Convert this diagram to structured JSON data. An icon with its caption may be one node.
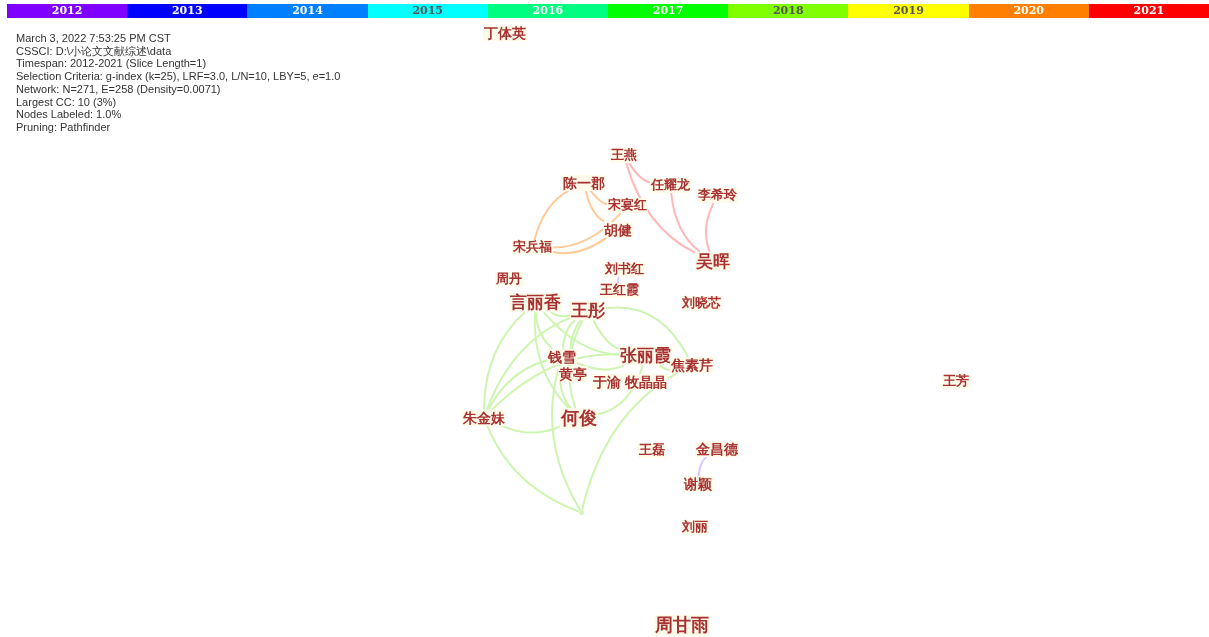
{
  "diagram": {
    "nodes": [
      {
        "text": [
          "丁体英"
        ]
      },
      {
        "text": [
          "王燕"
        ]
      },
      {
        "text": [
          "陈一郡"
        ]
      },
      {
        "text": [
          "任耀龙"
        ]
      },
      {
        "text": [
          "李希玲"
        ]
      },
      {
        "text": [
          "宋宴红"
        ]
      },
      {
        "text": [
          "胡健"
        ]
      },
      {
        "text": [
          "宋兵福"
        ]
      },
      {
        "text": [
          "吴晖"
        ]
      },
      {
        "text": [
          "周丹"
        ]
      },
      {
        "text": [
          "刘书红"
        ]
      },
      {
        "text": [
          "王红霞"
        ]
      },
      {
        "text": [
          "刘晓芯"
        ]
      },
      {
        "text": [
          "言丽香"
        ]
      },
      {
        "text": [
          "王彤"
        ]
      },
      {
        "text": [
          "钱雪"
        ]
      },
      {
        "text": [
          "张丽霞"
        ]
      },
      {
        "text": [
          "焦素芹"
        ]
      },
      {
        "text": [
          "黄亭"
        ]
      },
      {
        "text": [
          "于渝"
        ]
      },
      {
        "text": [
          "牧晶晶"
        ]
      },
      {
        "text": [
          "王芳"
        ]
      },
      {
        "text": [
          "朱金妹"
        ]
      },
      {
        "text": [
          "何俊"
        ]
      },
      {
        "text": [
          "王磊"
        ]
      },
      {
        "text": [
          "金昌德"
        ]
      },
      {
        "text": [
          "谢颖"
        ]
      },
      {
        "text": [
          "刘丽"
        ]
      },
      {
        "text": [
          "周甘雨"
        ]
      },
      {
        "text": [],
        "shape": "circle"
      }
    ],
    "edges": [
      {
        "from": 2,
        "to": 7,
        "arrow": "none",
        "color": "#ffcc99"
      },
      {
        "from": 2,
        "to": 5,
        "arrow": "none",
        "color": "#ffcc99"
      },
      {
        "from": 2,
        "to": 6,
        "arrow": "none",
        "color": "#ffcc99"
      },
      {
        "from": 7,
        "to": 5,
        "arrow": "none",
        "color": "#ffcc99"
      },
      {
        "from": 7,
        "to": 6,
        "arrow": "none",
        "color": "#ffcc99"
      },
      {
        "from": 1,
        "to": 3,
        "arrow": "none",
        "color": "#ffb8b8"
      },
      {
        "from": 1,
        "to": 8,
        "arrow": "none",
        "color": "#ffb8b8"
      },
      {
        "from": 3,
        "to": 8,
        "arrow": "none",
        "color": "#ffb8b8"
      },
      {
        "from": 4,
        "to": 8,
        "arrow": "none",
        "color": "#ffb8b8"
      },
      {
        "from": 10,
        "to": 11,
        "arrow": "none",
        "color": "#d8c8ff"
      },
      {
        "from": 25,
        "to": 26,
        "arrow": "none",
        "color": "#d8c8ff"
      },
      {
        "from": 13,
        "to": 14,
        "arrow": "none"
      },
      {
        "from": 13,
        "to": 15,
        "arrow": "none"
      },
      {
        "from": 13,
        "to": 23,
        "arrow": "none"
      },
      {
        "from": 13,
        "to": 22,
        "arrow": "none"
      },
      {
        "from": 13,
        "to": 16,
        "arrow": "none"
      },
      {
        "from": 14,
        "to": 15,
        "arrow": "none"
      },
      {
        "from": 14,
        "to": 16,
        "arrow": "none"
      },
      {
        "from": 14,
        "to": 18,
        "arrow": "none"
      },
      {
        "from": 14,
        "to": 23,
        "arrow": "none"
      },
      {
        "from": 14,
        "to": 17,
        "arrow": "none"
      },
      {
        "from": 14,
        "to": 22,
        "arrow": "none"
      },
      {
        "from": 15,
        "to": 16,
        "arrow": "none"
      },
      {
        "from": 15,
        "to": 22,
        "arrow": "none"
      },
      {
        "from": 15,
        "to": 23,
        "arrow": "none"
      },
      {
        "from": 15,
        "to": 29,
        "arrow": "none"
      },
      {
        "from": 16,
        "to": 17,
        "arrow": "none"
      },
      {
        "from": 16,
        "to": 23,
        "arrow": "none"
      },
      {
        "from": 16,
        "to": 22,
        "arrow": "none"
      },
      {
        "from": 22,
        "to": 23,
        "arrow": "none"
      },
      {
        "from": 22,
        "to": 29,
        "arrow": "none"
      },
      {
        "from": 17,
        "to": 29,
        "arrow": "none"
      }
    ],
    "labels": [
      "March 3, 2022 7:53:25 PM CST",
      "CSSCI: D:\\小论文文献综述\\data",
      "Timespan: 2012-2021 (Slice Length=1)",
      "Selection Criteria: g-index (k=25), LRF=3.0, L/N=10, LBY=5, e=1.0",
      "Network: N=271, E=258 (Density=0.0071)",
      "Largest CC: 10 (3%)",
      "Nodes Labeled: 1.0%",
      "Pruning: Pathfinder"
    ],
    "legend": [
      {
        "text": "2012",
        "color": "#8000ff"
      },
      {
        "text": "2013",
        "color": "#0000ff"
      },
      {
        "text": "2014",
        "color": "#0080ff"
      },
      {
        "text": "2015",
        "color": "#00ffff"
      },
      {
        "text": "2016",
        "color": "#00ff80"
      },
      {
        "text": "2017",
        "color": "#00ff00"
      },
      {
        "text": "2018",
        "color": "#80ff00"
      },
      {
        "text": "2019",
        "color": "#ffff00"
      },
      {
        "text": "2020",
        "color": "#ff8000"
      },
      {
        "text": "2021",
        "color": "#ff0000"
      }
    ]
  }
}
